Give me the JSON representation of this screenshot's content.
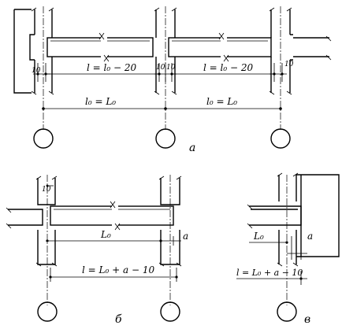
{
  "labels": {
    "panel_a": "а",
    "panel_b": "б",
    "panel_c": "в",
    "dim_10": "10",
    "span_a_left": "l = l₀ − 20",
    "span_a_right": "l = l₀ − 20",
    "axis_a_left": "l₀ = L₀",
    "axis_a_right": "l₀ = L₀",
    "L0_b": "L₀",
    "a_b": "a",
    "span_b": "l = L₀ + a − 10",
    "L0_c": "L₀",
    "a_c": "a",
    "span_c": "l = L₀ + a − 10"
  }
}
